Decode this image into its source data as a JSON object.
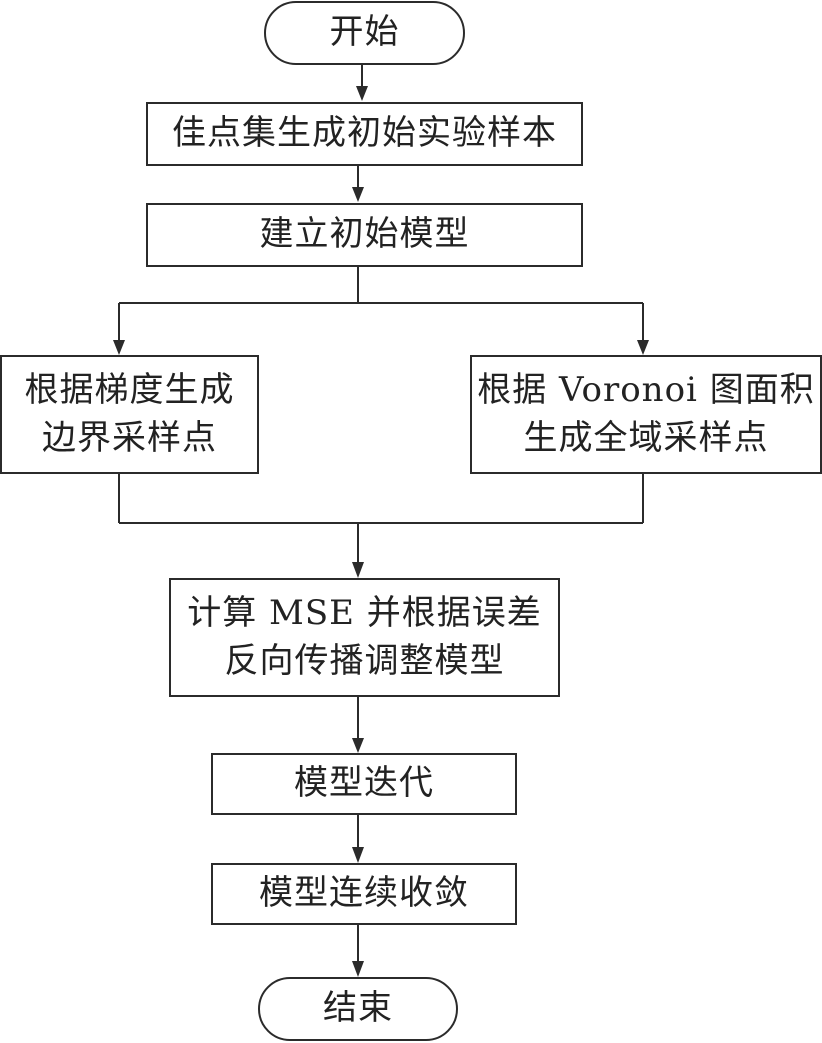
{
  "diagram": {
    "type": "flowchart",
    "nodes": {
      "start": {
        "label": "开始",
        "shape": "terminal"
      },
      "init_samples": {
        "label": "佳点集生成初始实验样本",
        "shape": "process"
      },
      "init_model": {
        "label": "建立初始模型",
        "shape": "process"
      },
      "boundary_sampling": {
        "lines": [
          "根据梯度生成",
          "边界采样点"
        ],
        "shape": "process"
      },
      "global_sampling": {
        "lines": [
          "根据 Voronoi 图面积",
          "生成全域采样点"
        ],
        "shape": "process"
      },
      "mse_backprop": {
        "lines": [
          "计算 MSE 并根据误差",
          "反向传播调整模型"
        ],
        "shape": "process"
      },
      "iterate": {
        "label": "模型迭代",
        "shape": "process"
      },
      "converge": {
        "label": "模型连续收敛",
        "shape": "process"
      },
      "end": {
        "label": "结束",
        "shape": "terminal"
      }
    },
    "edges": [
      {
        "from": "start",
        "to": "init_samples"
      },
      {
        "from": "init_samples",
        "to": "init_model"
      },
      {
        "from": "init_model",
        "to": "boundary_sampling"
      },
      {
        "from": "init_model",
        "to": "global_sampling"
      },
      {
        "from": "boundary_sampling",
        "to": "mse_backprop"
      },
      {
        "from": "global_sampling",
        "to": "mse_backprop"
      },
      {
        "from": "mse_backprop",
        "to": "iterate"
      },
      {
        "from": "iterate",
        "to": "converge"
      },
      {
        "from": "converge",
        "to": "end"
      }
    ],
    "colors": {
      "stroke": "#2b2b2b",
      "text": "#222222",
      "background": "#ffffff"
    }
  }
}
